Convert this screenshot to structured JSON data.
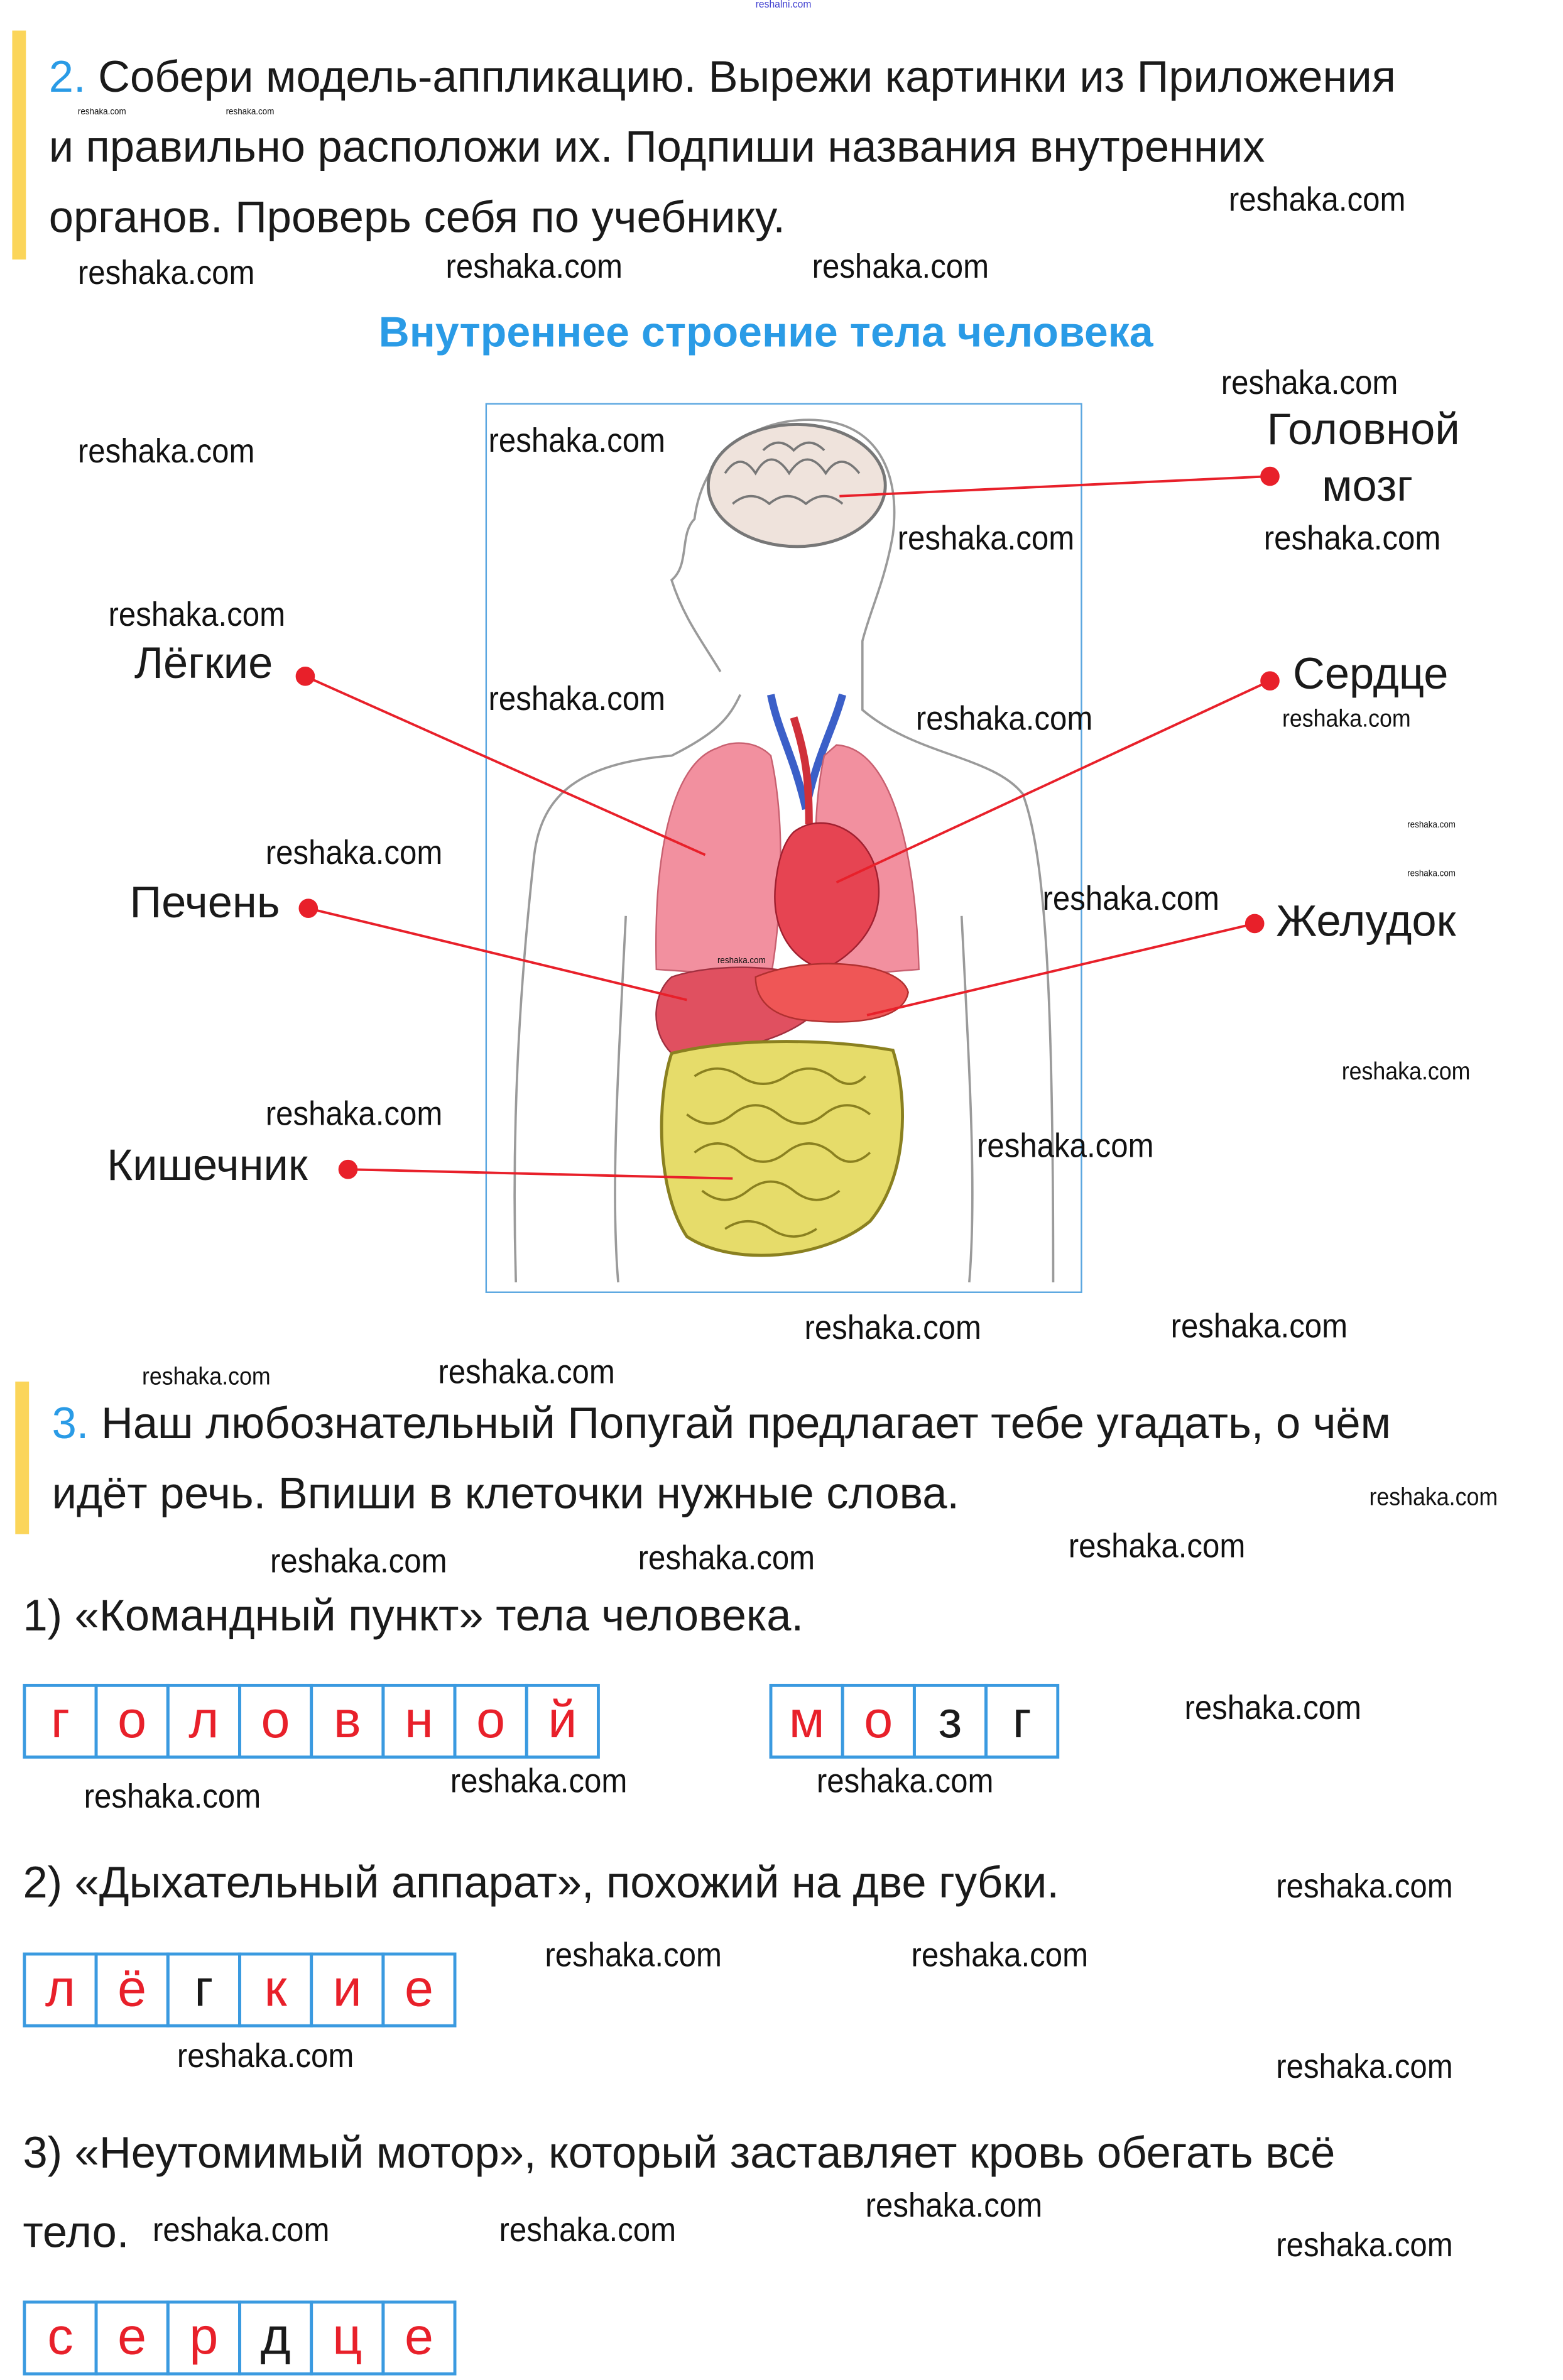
{
  "site_mark": "reshalni.com",
  "task2": {
    "number": "2.",
    "lines": [
      "Собери модель-аппликацию. Вырежи картинки из Приложения",
      "и правильно расположи их. Подпиши названия внутренних",
      "органов. Проверь себя по учебнику."
    ]
  },
  "diagram": {
    "title": "Внутреннее строение тела человека",
    "labels": {
      "brain_line1": "Головной",
      "brain_line2": "мозг",
      "lungs": "Лёгкие",
      "heart": "Сердце",
      "liver": "Печень",
      "stomach": "Желудок",
      "intestine": "Кишечник"
    },
    "pointer_color": "#e8202a"
  },
  "task3": {
    "number": "3.",
    "lines": [
      "Наш любознательный Попугай предлагает тебе угадать, о чём",
      "идёт речь. Впиши в клеточки нужные слова."
    ],
    "questions": [
      {
        "lines": [
          "1) «Командный пункт» тела человека."
        ],
        "words": [
          [
            {
              "l": "г",
              "c": "#e8202a"
            },
            {
              "l": "о",
              "c": "#e8202a"
            },
            {
              "l": "л",
              "c": "#e8202a"
            },
            {
              "l": "о",
              "c": "#e8202a"
            },
            {
              "l": "в",
              "c": "#e8202a"
            },
            {
              "l": "н",
              "c": "#e8202a"
            },
            {
              "l": "о",
              "c": "#e8202a"
            },
            {
              "l": "й",
              "c": "#e8202a"
            }
          ],
          [
            {
              "l": "м",
              "c": "#e8202a"
            },
            {
              "l": "о",
              "c": "#e8202a"
            },
            {
              "l": "з",
              "c": "#1a1a1a"
            },
            {
              "l": "г",
              "c": "#1a1a1a"
            }
          ]
        ]
      },
      {
        "lines": [
          "2) «Дыхательный аппарат», похожий на две губки."
        ],
        "words": [
          [
            {
              "l": "л",
              "c": "#e8202a"
            },
            {
              "l": "ё",
              "c": "#e8202a"
            },
            {
              "l": "г",
              "c": "#1a1a1a"
            },
            {
              "l": "к",
              "c": "#e8202a"
            },
            {
              "l": "и",
              "c": "#e8202a"
            },
            {
              "l": "е",
              "c": "#e8202a"
            }
          ]
        ]
      },
      {
        "lines": [
          "3) «Неутомимый мотор», который заставляет кровь обегать всё",
          "тело."
        ],
        "words": [
          [
            {
              "l": "с",
              "c": "#e8202a"
            },
            {
              "l": "е",
              "c": "#e8202a"
            },
            {
              "l": "р",
              "c": "#e8202a"
            },
            {
              "l": "д",
              "c": "#1a1a1a"
            },
            {
              "l": "ц",
              "c": "#e8202a"
            },
            {
              "l": "е",
              "c": "#e8202a"
            }
          ]
        ]
      }
    ]
  },
  "watermark": "reshaka.com"
}
